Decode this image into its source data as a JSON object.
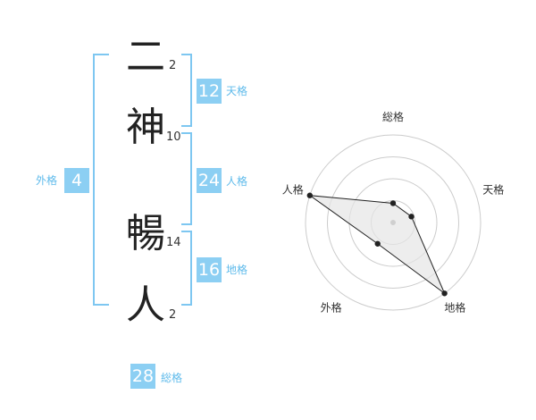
{
  "name": {
    "characters": [
      {
        "char": "二",
        "strokes": "2"
      },
      {
        "char": "神",
        "strokes": "10"
      },
      {
        "char": "暢",
        "strokes": "14"
      },
      {
        "char": "人",
        "strokes": "2"
      }
    ]
  },
  "kakusu": {
    "tenkaku": {
      "value": "12",
      "label": "天格"
    },
    "jinkaku": {
      "value": "24",
      "label": "人格"
    },
    "chikaku": {
      "value": "16",
      "label": "地格"
    },
    "gaikaku": {
      "value": "4",
      "label": "外格"
    },
    "soukaku": {
      "value": "28",
      "label": "総格"
    }
  },
  "chart_data": {
    "type": "radar",
    "axes": [
      "総格",
      "天格",
      "地格",
      "外格",
      "人格"
    ],
    "rings": 4,
    "values": [
      0.22,
      0.22,
      1.0,
      0.3,
      1.0
    ],
    "colors": {
      "fill": "#e6e6e6",
      "line": "#222222",
      "grid": "#cccccc"
    }
  }
}
